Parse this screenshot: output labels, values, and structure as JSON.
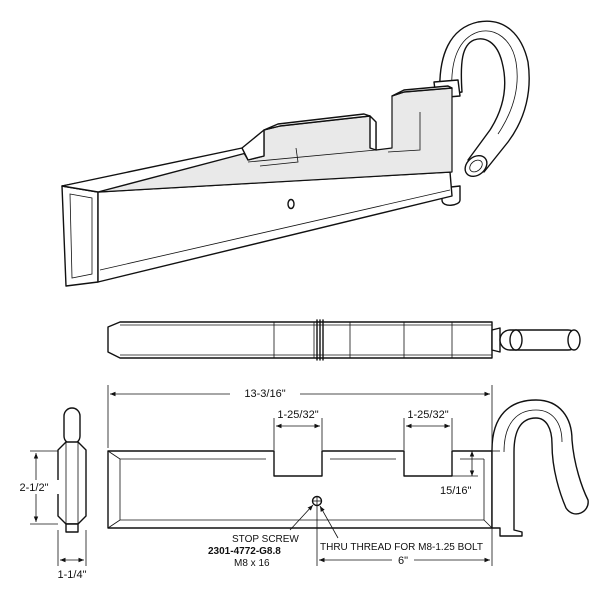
{
  "dimensions": {
    "overall_length": "13-3/16\"",
    "slot_width_1": "1-25/32\"",
    "slot_width_2": "1-25/32\"",
    "slot_depth": "15/16\"",
    "height": "2-1/2\"",
    "thickness": "1-1/4\"",
    "screw_offset": "6\""
  },
  "notes": {
    "stop_screw_label": "STOP SCREW",
    "stop_screw_part": "2301-4772-G8.8",
    "stop_screw_size": "M8 x 16",
    "thru_thread": "THRU THREAD FOR M8-1.25 BOLT"
  }
}
